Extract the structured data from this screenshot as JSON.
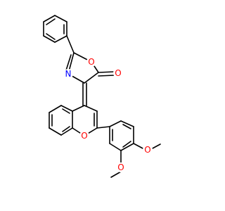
{
  "molecule": {
    "atoms": [
      {
        "label": "O",
        "color": "#ff0000"
      },
      {
        "label": "N",
        "color": "#0000ff"
      },
      {
        "label": "O",
        "color": "#ff0000"
      },
      {
        "label": "O",
        "color": "#ff0000"
      },
      {
        "label": "O",
        "color": "#ff0000"
      },
      {
        "label": "O",
        "color": "#ff0000"
      }
    ],
    "bond_color": "#000000",
    "background": "#ffffff"
  }
}
